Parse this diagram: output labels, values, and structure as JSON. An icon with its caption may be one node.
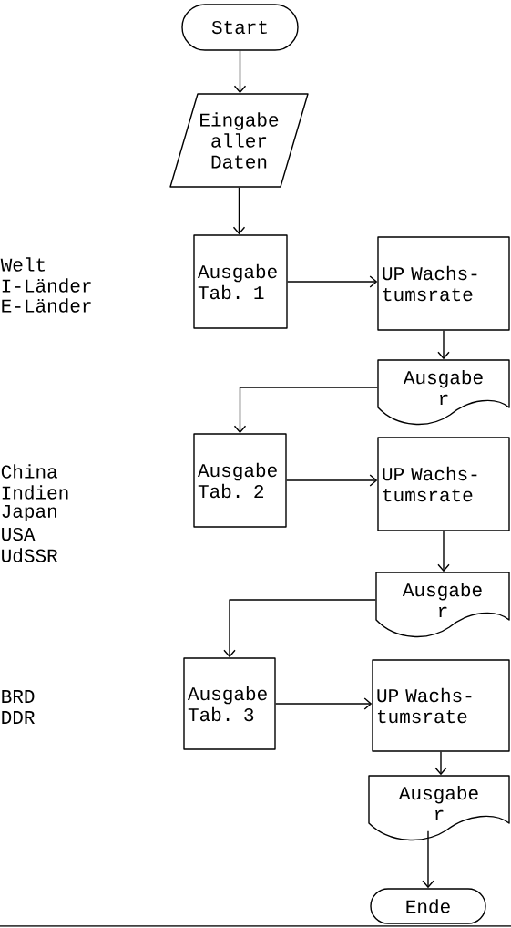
{
  "diagram": {
    "nodes": [
      {
        "text": [
          "Start"
        ]
      },
      {
        "text": [
          "Eingabe aller Daten"
        ]
      },
      {
        "text": [
          "Ausgabe Tab. 1"
        ]
      },
      {
        "text": [
          "UP Wachs- tumsrate"
        ]
      },
      {
        "text": [
          "Ausgabe r"
        ]
      },
      {
        "text": [
          "Ausgabe Tab. 2"
        ]
      },
      {
        "text": [
          "UP Wachs- tumsrate"
        ]
      },
      {
        "text": [
          "Ausgabe r"
        ]
      },
      {
        "text": [
          "Ausgabe Tab. 3"
        ]
      },
      {
        "text": [
          "UP Wachs- tumsrate"
        ]
      },
      {
        "text": [
          "Ausgabe r"
        ]
      },
      {
        "text": [
          "Ende"
        ]
      }
    ],
    "edges": [
      {
        "from": 0,
        "to": 1,
        "arrow": "to"
      },
      {
        "from": 1,
        "to": 2,
        "arrow": "to"
      },
      {
        "from": 2,
        "to": 3,
        "arrow": "to"
      },
      {
        "from": 3,
        "to": 4,
        "arrow": "to"
      },
      {
        "from": 4,
        "to": 5,
        "arrow": "to"
      },
      {
        "from": 5,
        "to": 6,
        "arrow": "to"
      },
      {
        "from": 6,
        "to": 7,
        "arrow": "to"
      },
      {
        "from": 7,
        "to": 8,
        "arrow": "to"
      },
      {
        "from": 8,
        "to": 9,
        "arrow": "to"
      },
      {
        "from": 9,
        "to": 10,
        "arrow": "to"
      },
      {
        "from": 10,
        "to": 11,
        "arrow": "to"
      }
    ],
    "labels": [
      "Welt",
      "I-Länder",
      "E-Länder",
      "China",
      "Indien",
      "Japan",
      "USA",
      "UdSSR",
      "BRD",
      "DDR"
    ]
  }
}
